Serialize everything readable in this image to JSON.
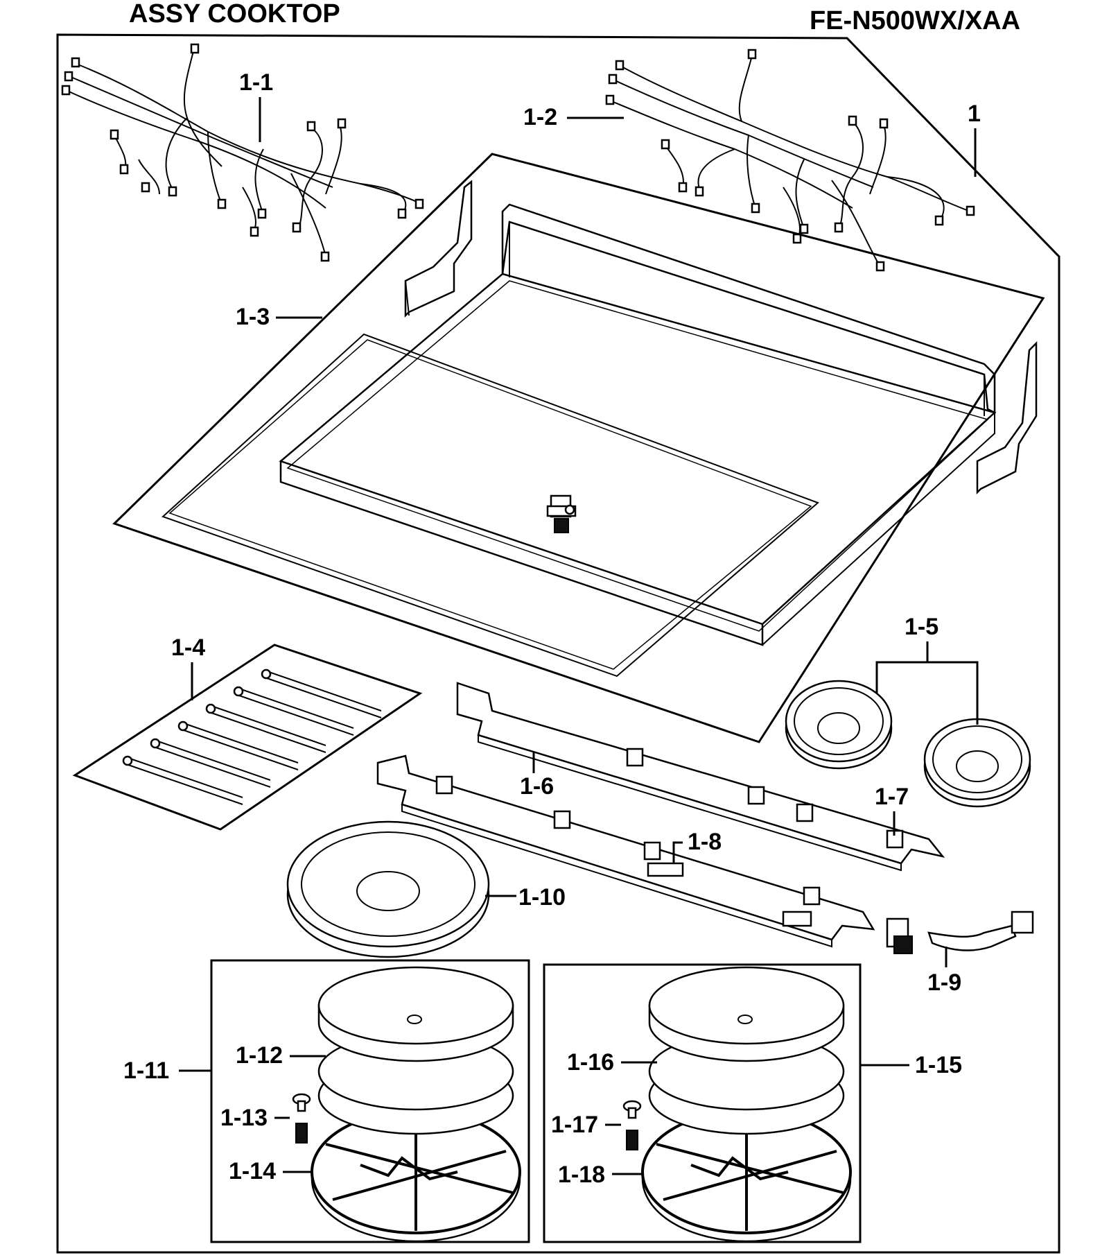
{
  "header": {
    "title": "ASSY COOKTOP",
    "model": "FE-N500WX/XAA"
  },
  "callouts": {
    "c1": "1",
    "c1_1": "1-1",
    "c1_2": "1-2",
    "c1_3": "1-3",
    "c1_4": "1-4",
    "c1_5": "1-5",
    "c1_6": "1-6",
    "c1_7": "1-7",
    "c1_8": "1-8",
    "c1_9": "1-9",
    "c1_10": "1-10",
    "c1_11": "1-11",
    "c1_12": "1-12",
    "c1_13": "1-13",
    "c1_14": "1-14",
    "c1_15": "1-15",
    "c1_16": "1-16",
    "c1_17": "1-17",
    "c1_18": "1-18"
  },
  "icons": {
    "wire_harness": "wire-harness-icon",
    "cooktop_frame": "cooktop-frame-icon",
    "heater_sheet": "heater-sheet-icon",
    "ring": "ring-icon",
    "bracket": "bracket-icon",
    "switch": "switch-icon",
    "coil": "induction-coil-icon"
  }
}
